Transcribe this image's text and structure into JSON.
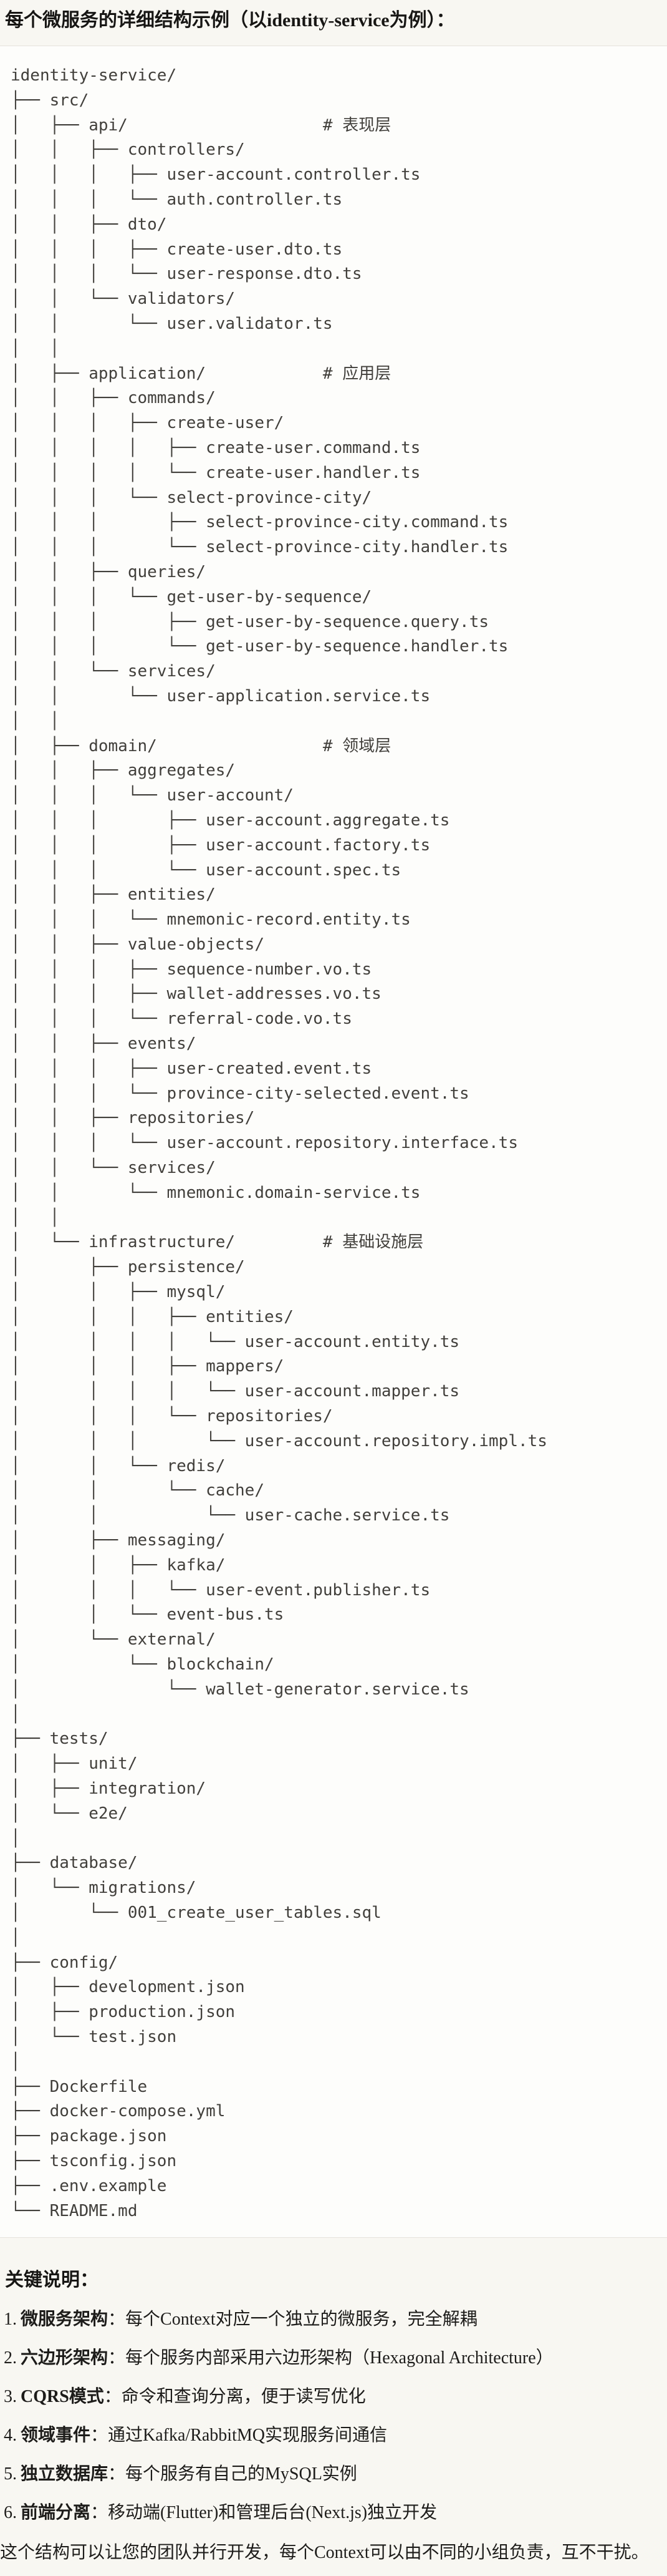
{
  "title": "每个微服务的详细结构示例（以identity-service为例）：",
  "colors": {
    "page_bg": "#F8F7F2",
    "code_bg": "#FDFDFB",
    "code_border": "#E5E3DC",
    "code_text": "#413F3B",
    "body_text": "#1D1C1A"
  },
  "code_block": {
    "lines": [
      "identity-service/",
      "├── src/",
      "│   ├── api/                    # 表现层",
      "│   │   ├── controllers/",
      "│   │   │   ├── user-account.controller.ts",
      "│   │   │   └── auth.controller.ts",
      "│   │   ├── dto/",
      "│   │   │   ├── create-user.dto.ts",
      "│   │   │   └── user-response.dto.ts",
      "│   │   └── validators/",
      "│   │       └── user.validator.ts",
      "│   │",
      "│   ├── application/            # 应用层",
      "│   │   ├── commands/",
      "│   │   │   ├── create-user/",
      "│   │   │   │   ├── create-user.command.ts",
      "│   │   │   │   └── create-user.handler.ts",
      "│   │   │   └── select-province-city/",
      "│   │   │       ├── select-province-city.command.ts",
      "│   │   │       └── select-province-city.handler.ts",
      "│   │   ├── queries/",
      "│   │   │   └── get-user-by-sequence/",
      "│   │   │       ├── get-user-by-sequence.query.ts",
      "│   │   │       └── get-user-by-sequence.handler.ts",
      "│   │   └── services/",
      "│   │       └── user-application.service.ts",
      "│   │",
      "│   ├── domain/                 # 领域层",
      "│   │   ├── aggregates/",
      "│   │   │   └── user-account/",
      "│   │   │       ├── user-account.aggregate.ts",
      "│   │   │       ├── user-account.factory.ts",
      "│   │   │       └── user-account.spec.ts",
      "│   │   ├── entities/",
      "│   │   │   └── mnemonic-record.entity.ts",
      "│   │   ├── value-objects/",
      "│   │   │   ├── sequence-number.vo.ts",
      "│   │   │   ├── wallet-addresses.vo.ts",
      "│   │   │   └── referral-code.vo.ts",
      "│   │   ├── events/",
      "│   │   │   ├── user-created.event.ts",
      "│   │   │   └── province-city-selected.event.ts",
      "│   │   ├── repositories/",
      "│   │   │   └── user-account.repository.interface.ts",
      "│   │   └── services/",
      "│   │       └── mnemonic.domain-service.ts",
      "│   │",
      "│   └── infrastructure/         # 基础设施层",
      "│       ├── persistence/",
      "│       │   ├── mysql/",
      "│       │   │   ├── entities/",
      "│       │   │   │   └── user-account.entity.ts",
      "│       │   │   ├── mappers/",
      "│       │   │   │   └── user-account.mapper.ts",
      "│       │   │   └── repositories/",
      "│       │   │       └── user-account.repository.impl.ts",
      "│       │   └── redis/",
      "│       │       └── cache/",
      "│       │           └── user-cache.service.ts",
      "│       ├── messaging/",
      "│       │   ├── kafka/",
      "│       │   │   └── user-event.publisher.ts",
      "│       │   └── event-bus.ts",
      "│       └── external/",
      "│           └── blockchain/",
      "│               └── wallet-generator.service.ts",
      "│",
      "├── tests/",
      "│   ├── unit/",
      "│   ├── integration/",
      "│   └── e2e/",
      "│",
      "├── database/",
      "│   └── migrations/",
      "│       └── 001_create_user_tables.sql",
      "│",
      "├── config/",
      "│   ├── development.json",
      "│   ├── production.json",
      "│   └── test.json",
      "│",
      "├── Dockerfile",
      "├── docker-compose.yml",
      "├── package.json",
      "├── tsconfig.json",
      "├── .env.example",
      "└── README.md"
    ]
  },
  "notes": {
    "heading": "关键说明：",
    "items": [
      {
        "num": "1.",
        "label": "微服务架构",
        "text": "：每个Context对应一个独立的微服务，完全解耦"
      },
      {
        "num": "2.",
        "label": "六边形架构",
        "text": "：每个服务内部采用六边形架构（Hexagonal Architecture）"
      },
      {
        "num": "3.",
        "label": "CQRS模式",
        "text": "：命令和查询分离，便于读写优化"
      },
      {
        "num": "4.",
        "label": "领域事件",
        "text": "：通过Kafka/RabbitMQ实现服务间通信"
      },
      {
        "num": "5.",
        "label": "独立数据库",
        "text": "：每个服务有自己的MySQL实例"
      },
      {
        "num": "6.",
        "label": "前端分离",
        "text": "：移动端(Flutter)和管理后台(Next.js)独立开发"
      }
    ]
  },
  "closing": "这个结构可以让您的团队并行开发，每个Context可以由不同的小组负责，互不干扰。"
}
